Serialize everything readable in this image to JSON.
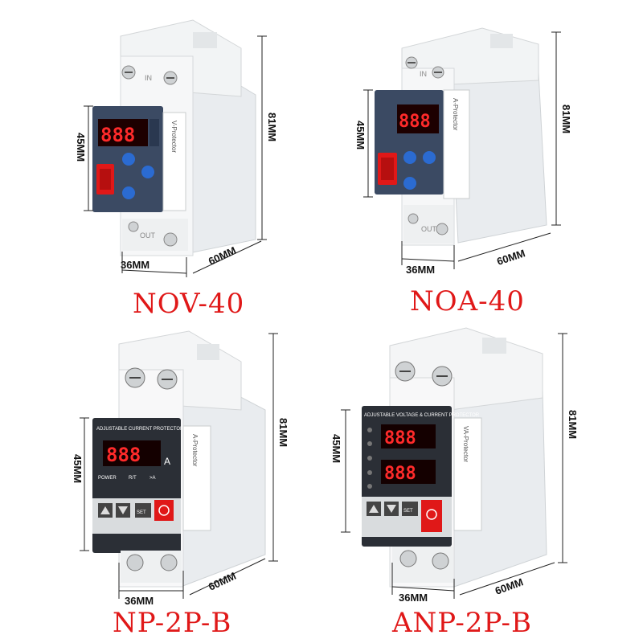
{
  "products": [
    {
      "model": "NOV-40",
      "height_label": "81MM",
      "front_height_label": "45MM",
      "width_label": "36MM",
      "depth_label": "60MM",
      "display": "888",
      "side_text": "V-Protector",
      "terminal_top": "IN",
      "terminal_bottom": "OUT",
      "accent_color": "#e01818"
    },
    {
      "model": "NOA-40",
      "height_label": "81MM",
      "front_height_label": "45MM",
      "width_label": "36MM",
      "depth_label": "60MM",
      "display": "888",
      "side_text": "A-Protector",
      "terminal_top": "IN",
      "terminal_bottom": "OUT",
      "accent_color": "#e01818"
    },
    {
      "model": "NP-2P-B",
      "height_label": "81MM",
      "front_height_label": "45MM",
      "width_label": "36MM",
      "depth_label": "60MM",
      "display": "888",
      "panel_title": "ADJUSTABLE CURRENT PROTECTOR",
      "unit": "A",
      "leds": [
        "POWER",
        "R/T",
        ">A"
      ],
      "set_label": "SET",
      "side_text": "A-Protector",
      "accent_color": "#e01818"
    },
    {
      "model": "ANP-2P-B",
      "height_label": "81MM",
      "front_height_label": "45MM",
      "width_label": "36MM",
      "depth_label": "60MM",
      "display": "888",
      "display2": "888",
      "panel_title": "ADJUSTABLE VOLTAGE & CURRENT PROTECTOR",
      "set_label": "SET",
      "side_text": "VA-Protector",
      "accent_color": "#e01818"
    }
  ]
}
